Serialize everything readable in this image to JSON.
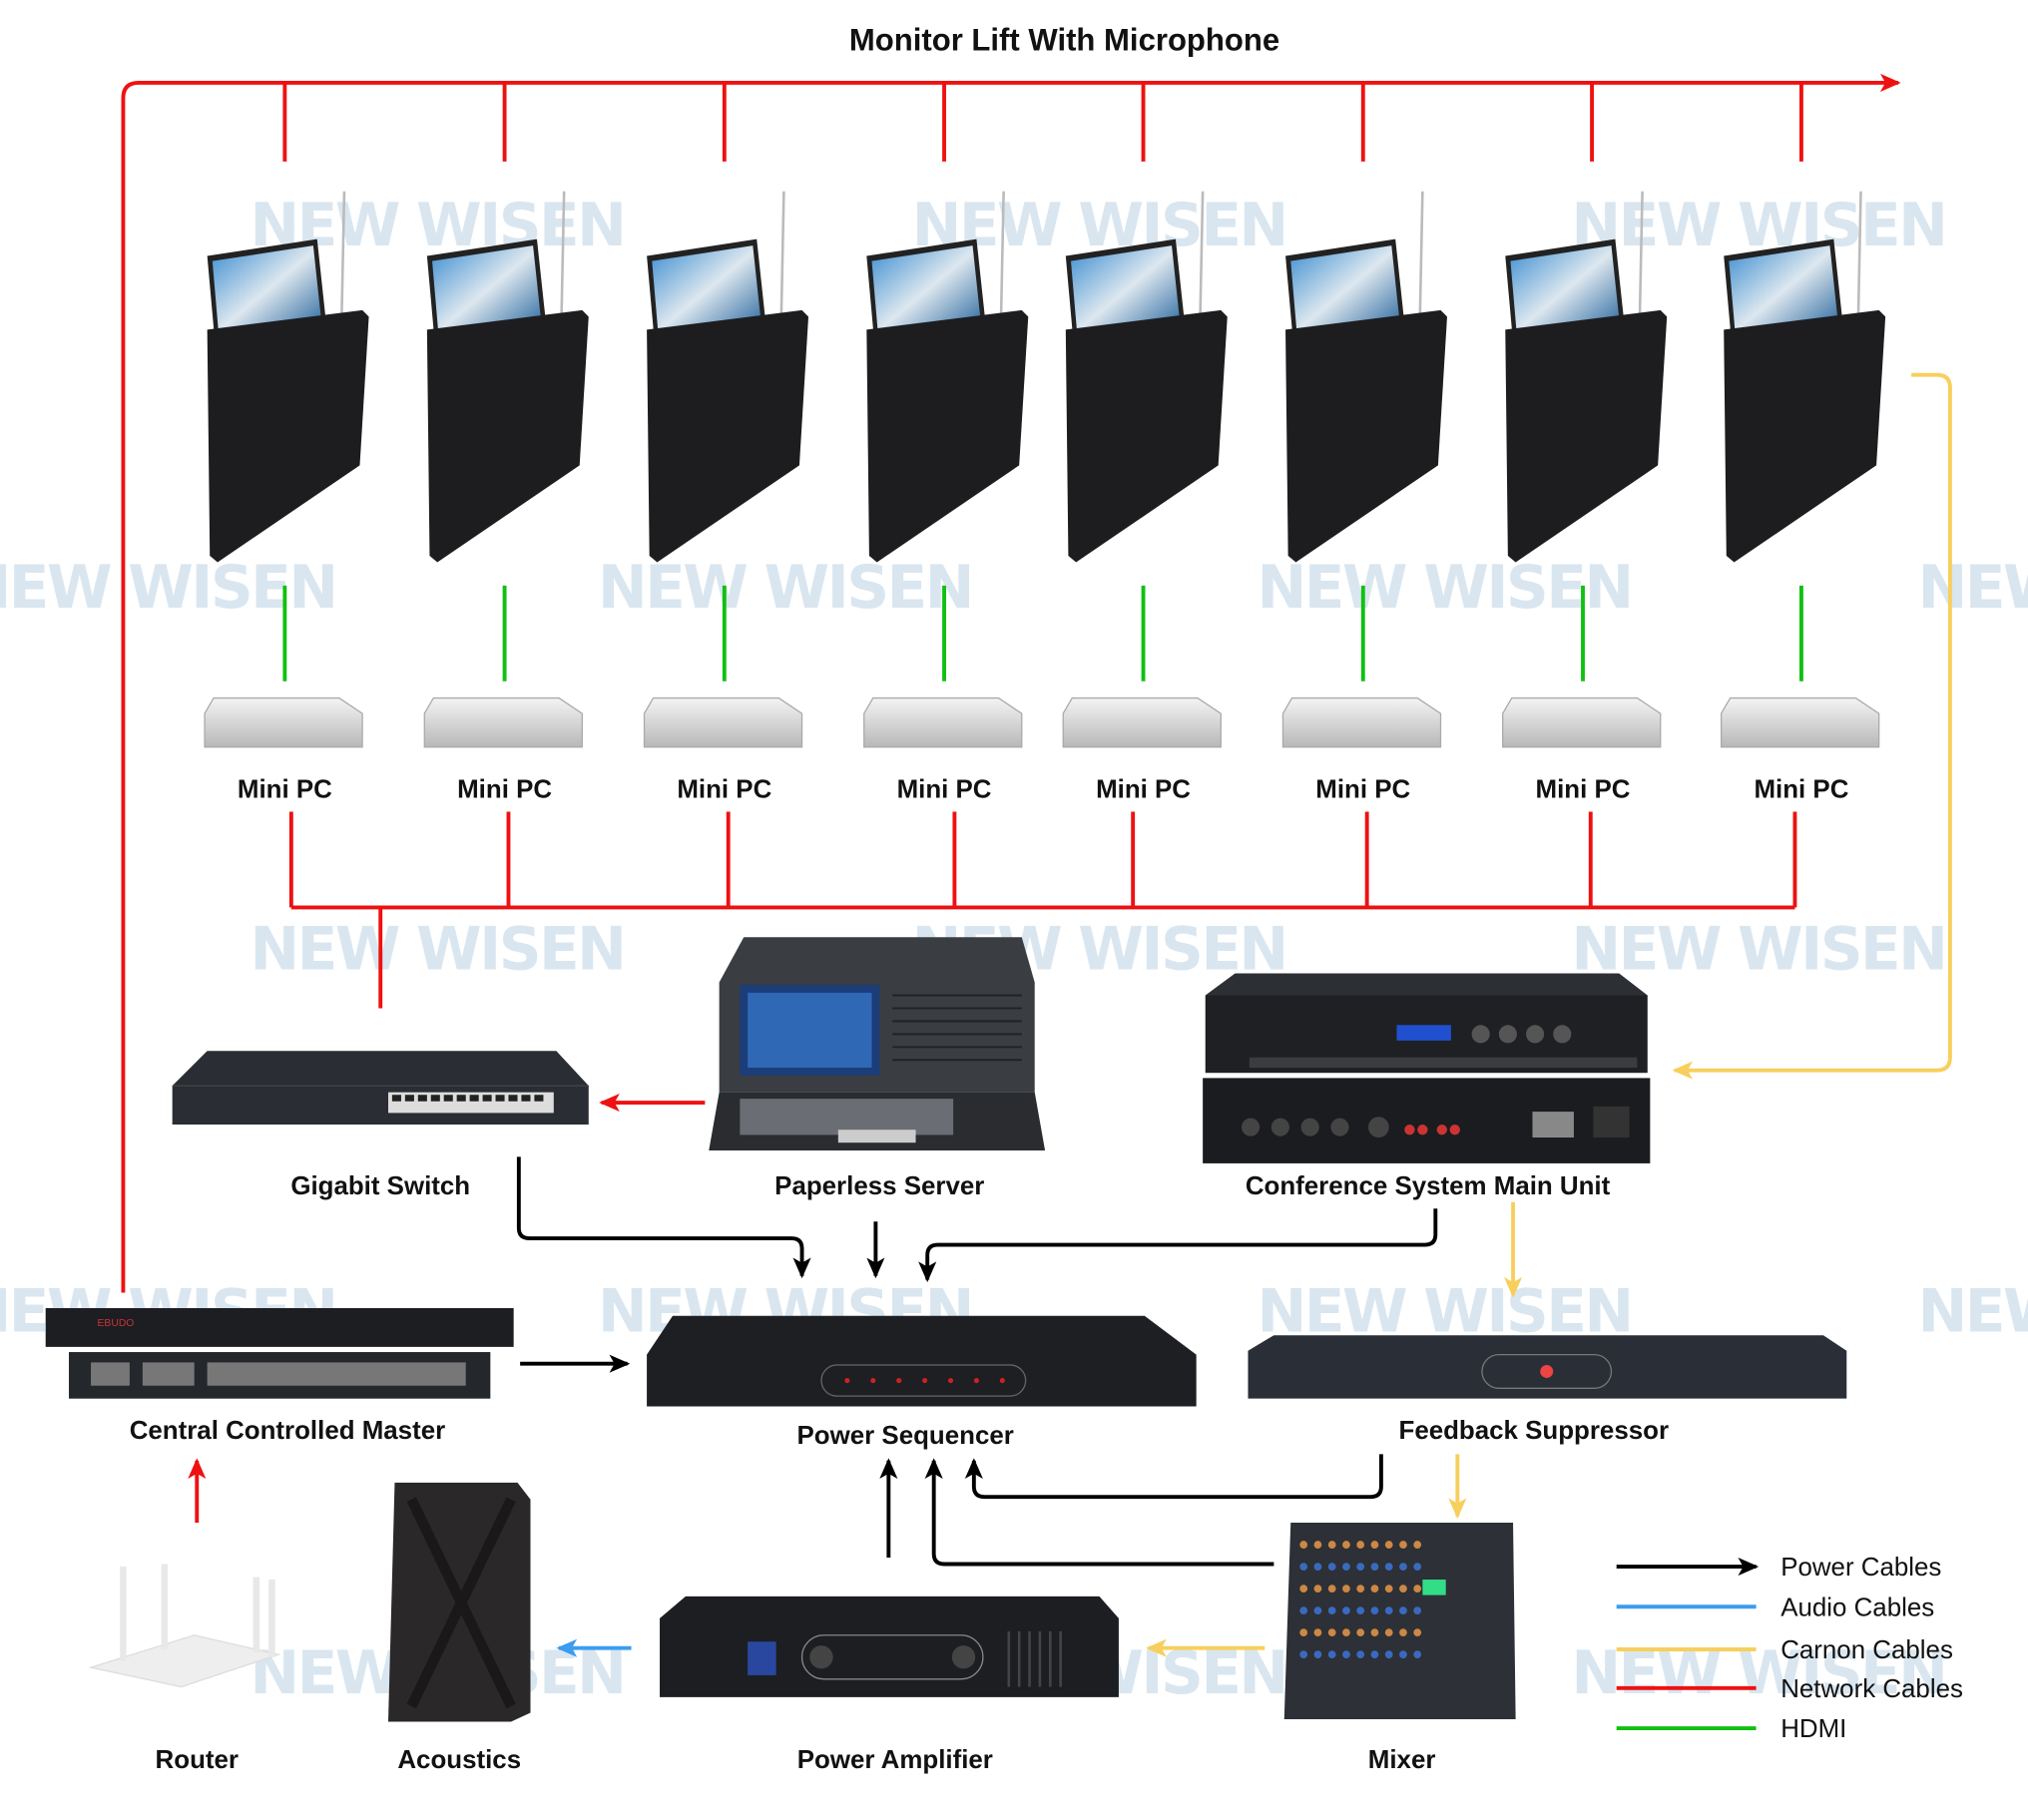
{
  "title": "Monitor Lift With Microphone",
  "watermark": "NEW WISEN",
  "colors": {
    "power": "#000000",
    "audio": "#3b9cf0",
    "carnon": "#f7cf5c",
    "network": "#ee1111",
    "hdmi": "#11c011",
    "watermark": "#c9dcea"
  },
  "mini_pc_label": "Mini PC",
  "monitor_count": 8,
  "devices": {
    "gigabit_switch": "Gigabit Switch",
    "paperless_server": "Paperless Server",
    "conference_unit": "Conference System Main Unit",
    "central_master": "Central Controlled Master",
    "power_sequencer": "Power Sequencer",
    "feedback_suppressor": "Feedback Suppressor",
    "router": "Router",
    "acoustics": "Acoustics",
    "power_amplifier": "Power Amplifier",
    "mixer": "Mixer"
  },
  "legend": [
    {
      "label": "Power Cables",
      "color": "#000000",
      "arrow": true
    },
    {
      "label": "Audio Cables",
      "color": "#3b9cf0"
    },
    {
      "label": "Carnon Cables",
      "color": "#f7cf5c"
    },
    {
      "label": "Network Cables",
      "color": "#ee1111"
    },
    {
      "label": "HDMI",
      "color": "#11c011"
    }
  ]
}
